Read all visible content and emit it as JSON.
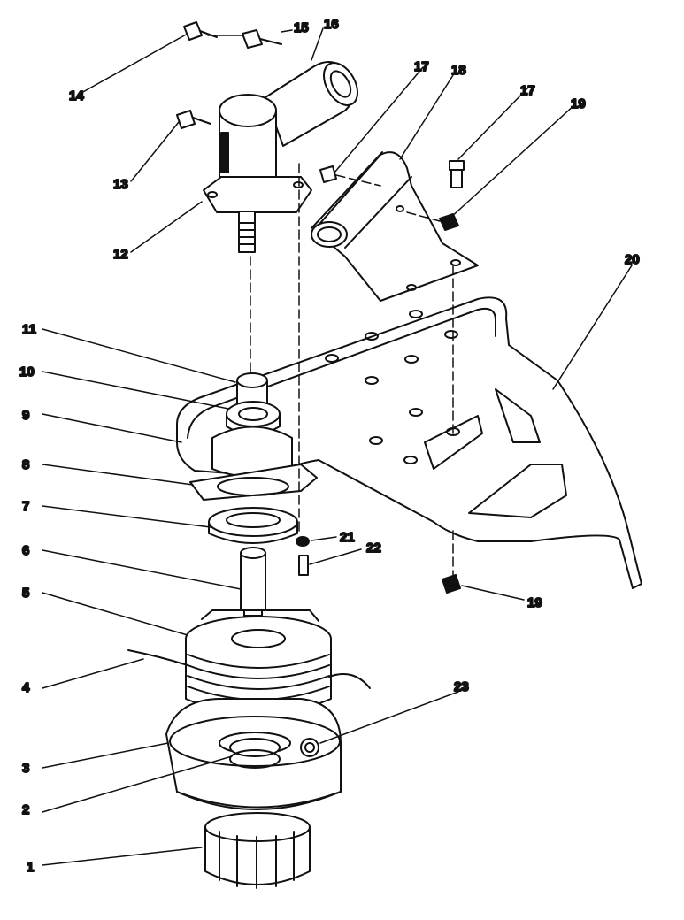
{
  "labels": {
    "p1": "1",
    "p2": "2",
    "p3": "3",
    "p4": "4",
    "p5": "5",
    "p6": "6",
    "p7": "7",
    "p8": "8",
    "p9": "9",
    "p10": "10",
    "p11": "11",
    "p12": "12",
    "p13": "13",
    "p14": "14",
    "p15": "15",
    "p16": "16",
    "p17a": "17",
    "p17b": "17",
    "p18": "18",
    "p19a": "19",
    "p19b": "19",
    "p20": "20",
    "p21": "21",
    "p22": "22",
    "p23": "23"
  },
  "colors": {
    "ink": "#111111",
    "paper": "#ffffff",
    "shade": "#d9d9d9"
  }
}
